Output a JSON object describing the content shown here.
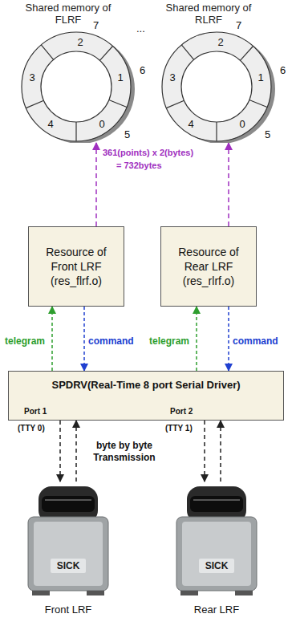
{
  "diagram": {
    "nodes": [
      {
        "text": [
          "Shared memory of FLRF"
        ]
      },
      {
        "text": [
          "Shared memory of RLRF"
        ]
      },
      {
        "text": [
          "Resource of Front LRF",
          "(res_flrf.o)"
        ]
      },
      {
        "text": [
          "Resource of Rear LRF",
          "(res_rlrf.o)"
        ]
      },
      {
        "text": [
          "SPDRV(Real-Time 8 port Serial Driver)"
        ]
      },
      {
        "text": [
          "Front LRF"
        ]
      },
      {
        "text": [
          "Rear LRF"
        ]
      }
    ],
    "edges": [
      {
        "from": 2,
        "to": 0,
        "arrow": "to"
      },
      {
        "from": 3,
        "to": 1,
        "arrow": "to"
      },
      {
        "from": 4,
        "to": 2,
        "label": "telegram",
        "arrow": "to"
      },
      {
        "from": 2,
        "to": 4,
        "label": "command",
        "arrow": "to"
      },
      {
        "from": 4,
        "to": 3,
        "label": "telegram",
        "arrow": "to"
      },
      {
        "from": 3,
        "to": 4,
        "label": "command",
        "arrow": "to"
      },
      {
        "from": 4,
        "to": 5,
        "arrow": "to"
      },
      {
        "from": 5,
        "to": 4,
        "arrow": "to"
      },
      {
        "from": 4,
        "to": 6,
        "arrow": "to"
      },
      {
        "from": 6,
        "to": 4,
        "arrow": "to"
      }
    ],
    "labels": [
      "...",
      "7",
      "6",
      "5",
      "2",
      "1",
      "0",
      "4",
      "3",
      "7",
      "6",
      "5",
      "2",
      "1",
      "0",
      "4",
      "3",
      "361(points) x 2(bytes)",
      "= 732bytes",
      "Port 1",
      "(TTY 0)",
      "Port 2",
      "(TTY 1)",
      "byte by byte Transmission",
      "SICK",
      "SICK"
    ]
  }
}
